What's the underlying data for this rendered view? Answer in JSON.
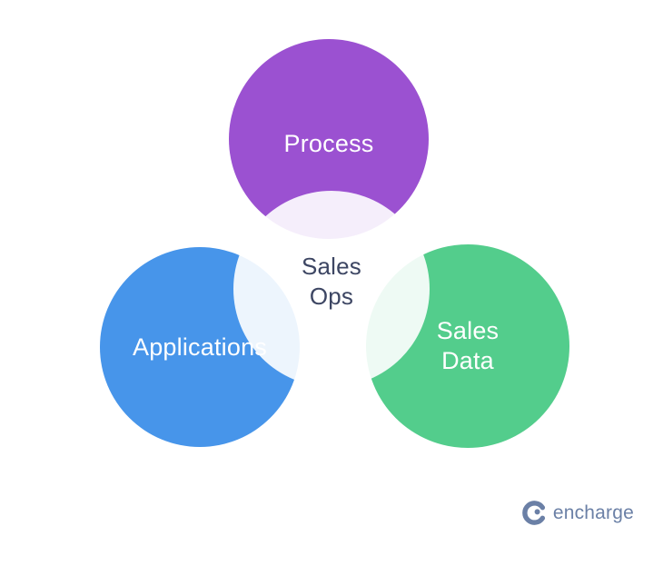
{
  "diagram": {
    "circles": [
      {
        "id": "process",
        "label": "Process",
        "color": "#9b51d1",
        "overlap_tint": "#f5eefa"
      },
      {
        "id": "applications",
        "label": "Applications",
        "color": "#4795ea",
        "overlap_tint": "#eaf4fd"
      },
      {
        "id": "sales-data",
        "label": "Sales\nData",
        "color": "#53cd8c",
        "overlap_tint": "#ebfaf3"
      }
    ],
    "label_color": "#ffffff",
    "center": {
      "label": "Sales\nOps",
      "color": "#3d4663",
      "overlay_color": "#ffffff",
      "overlay_opacity": "0.9"
    }
  },
  "footer": {
    "brand": "encharge",
    "brand_color": "#6b80a6",
    "logo_icon": "encharge-e-icon"
  }
}
